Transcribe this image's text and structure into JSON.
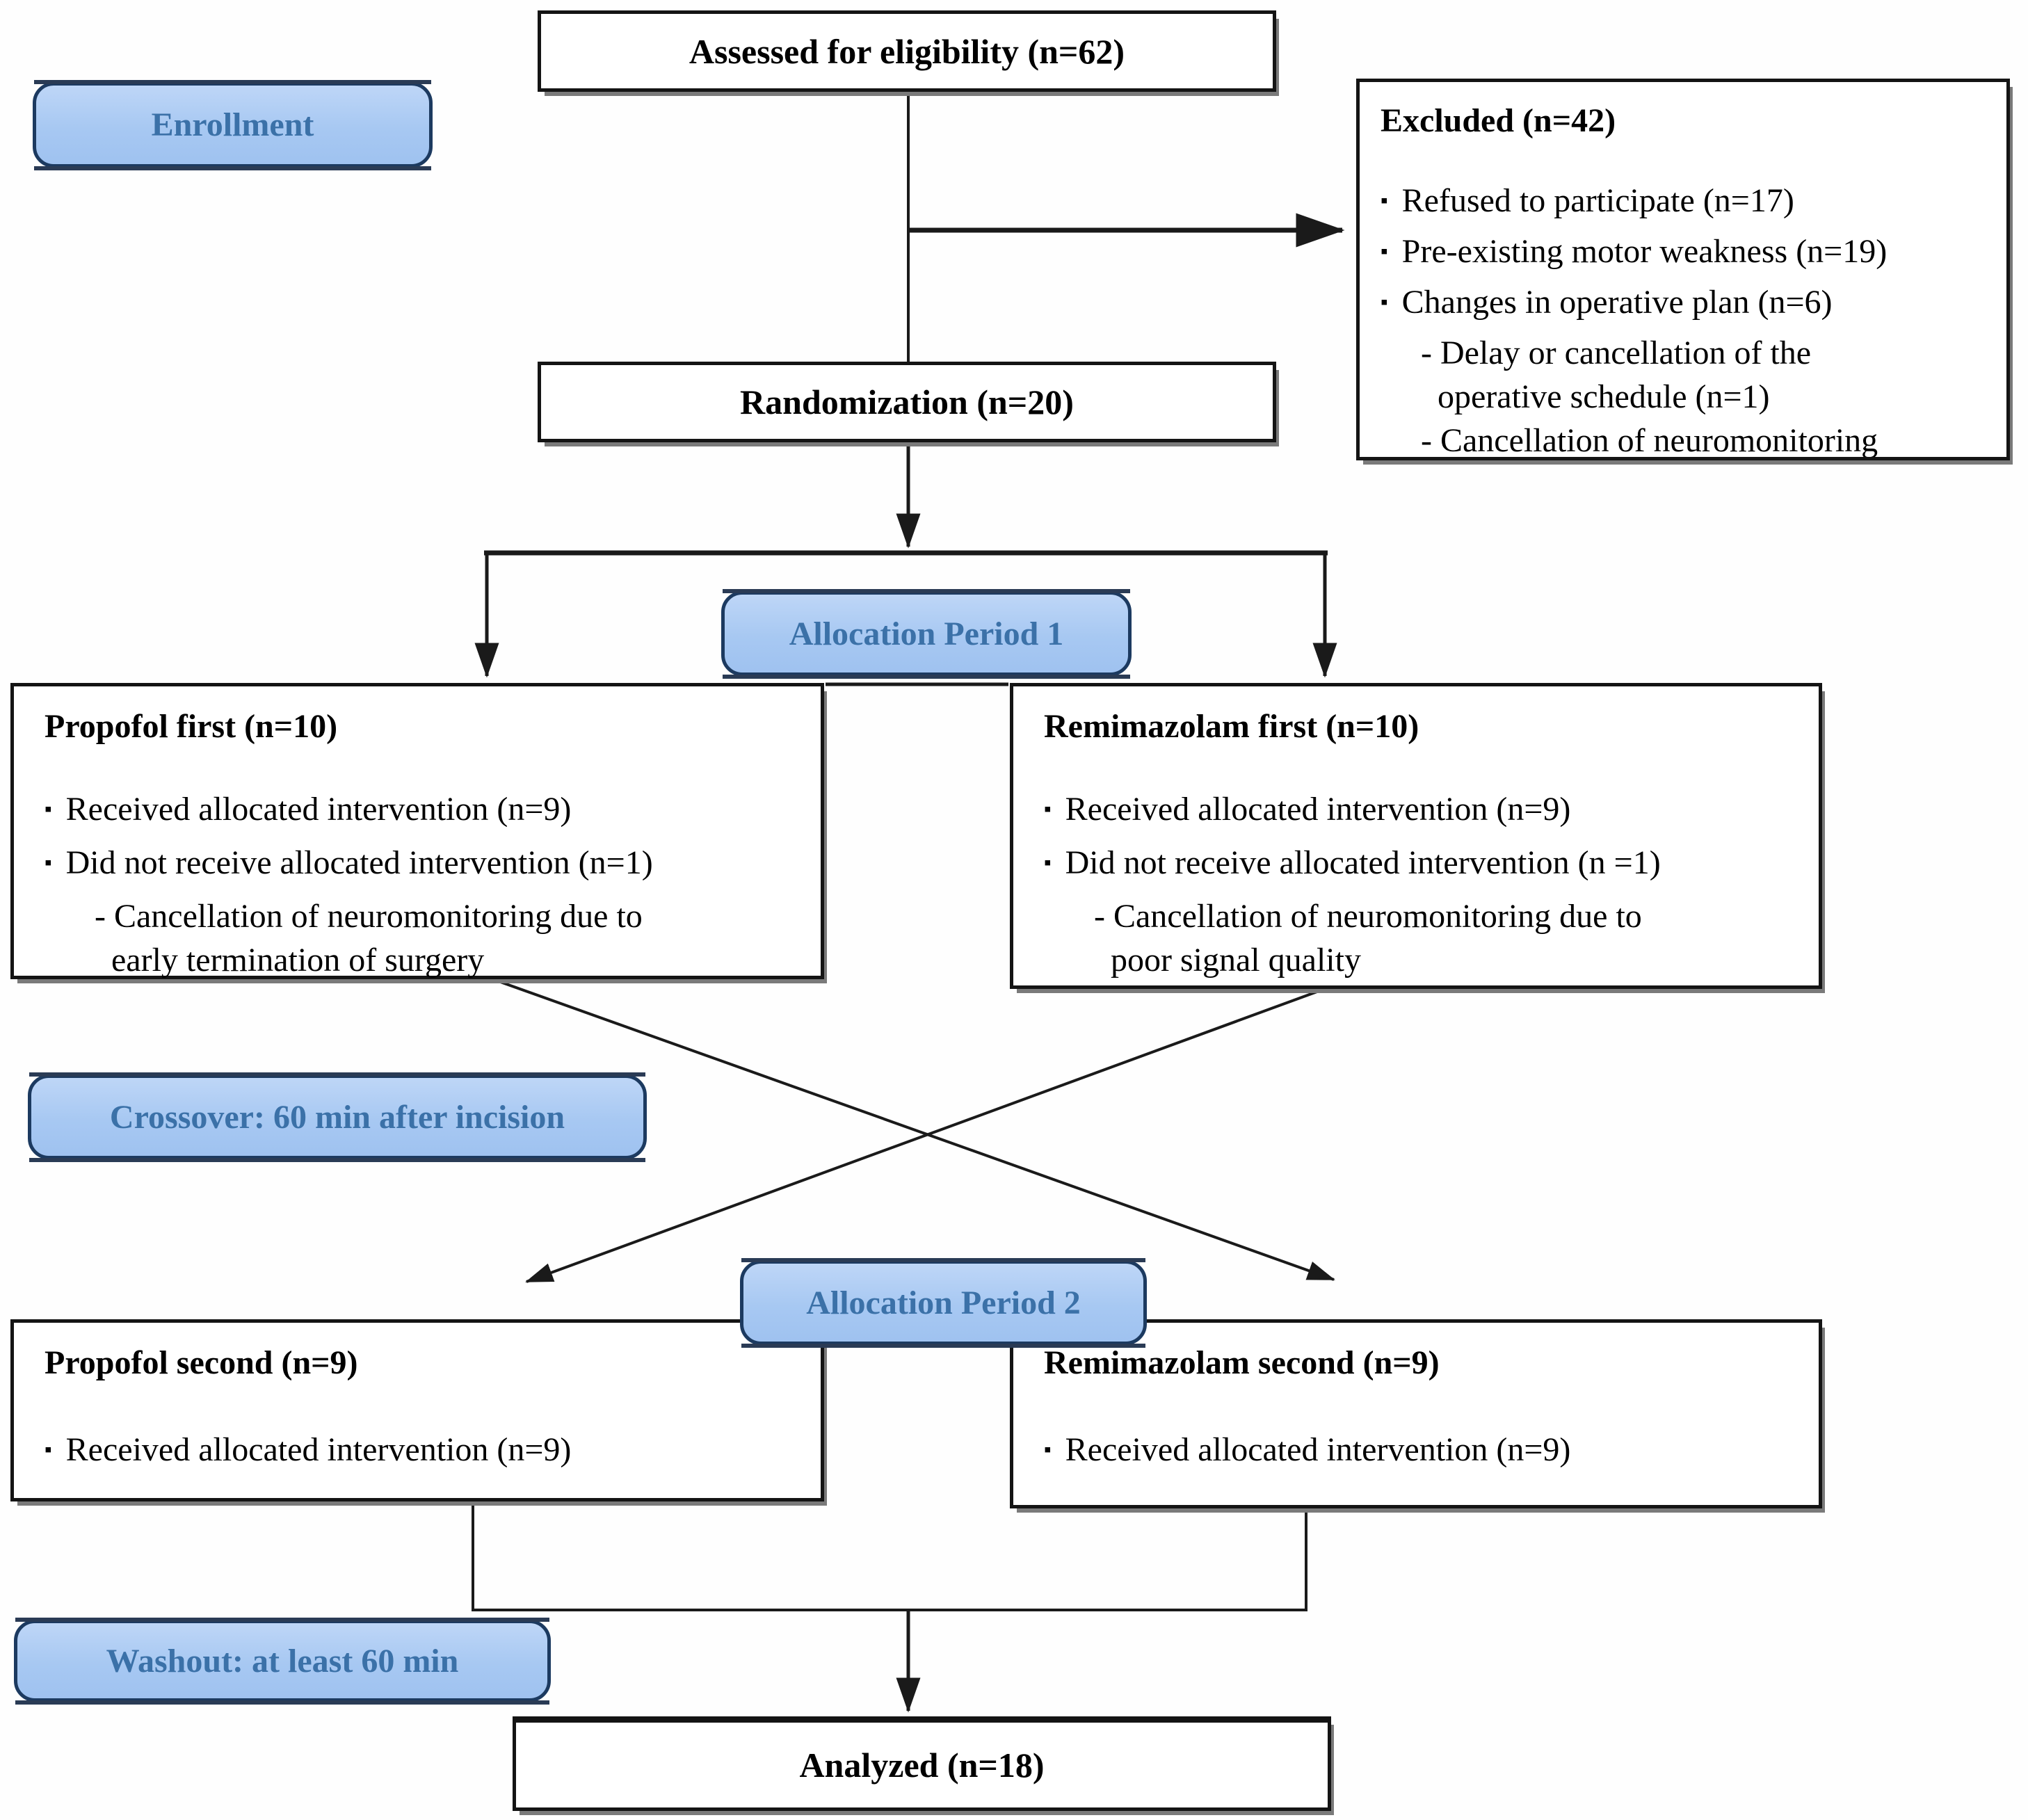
{
  "colors": {
    "background": "#fefefe",
    "pill_fill": "#a7c8f2",
    "pill_border": "#1c3a60",
    "pill_text": "#3b71a8",
    "box_border": "#141414",
    "box_shadow": "#7a7a7a",
    "line": "#1a1a1a",
    "text": "#000000"
  },
  "glyphs": {
    "bullet": "▪",
    "arrowhead": "filled-triangle"
  },
  "labels": {
    "enrollment": "Enrollment",
    "allocation_period_1": "Allocation Period 1",
    "crossover": "Crossover: 60 min after incision",
    "allocation_period_2": "Allocation Period 2",
    "washout": "Washout: at least 60 min"
  },
  "boxes": {
    "assessed": {
      "label": "Assessed for eligibility (n=62)"
    },
    "excluded": {
      "title": "Excluded (n=42)",
      "bullets": [
        "Refused to participate (n=17)",
        "Pre-existing motor weakness (n=19)",
        "Changes in operative plan (n=6)"
      ],
      "sub_items": [
        "- Delay or cancellation of the",
        "operative schedule (n=1)",
        "- Cancellation of neuromonitoring"
      ],
      "clipped_marks": "'        '"
    },
    "randomization": {
      "label": "Randomization (n=20)"
    },
    "propofol_first": {
      "title": "Propofol first (n=10)",
      "bullets": [
        "Received allocated intervention (n=9)",
        "Did not receive allocated intervention (n=1)"
      ],
      "sub_line1": "- Cancellation of neuromonitoring due to",
      "sub_line2": "early termination of surgery"
    },
    "remimazolam_first": {
      "title": "Remimazolam first (n=10)",
      "bullets": [
        "Received allocated intervention (n=9)",
        "Did not receive allocated intervention (n =1)"
      ],
      "sub_line1": "- Cancellation of neuromonitoring due to",
      "sub_line2": "poor signal quality"
    },
    "propofol_second": {
      "title": "Propofol second (n=9)",
      "bullets": [
        "Received allocated intervention (n=9)"
      ]
    },
    "remimazolam_second": {
      "title": "Remimazolam second (n=9)",
      "bullets": [
        "Received allocated intervention (n=9)"
      ]
    },
    "analyzed": {
      "label": "Analyzed (n=18)"
    }
  }
}
